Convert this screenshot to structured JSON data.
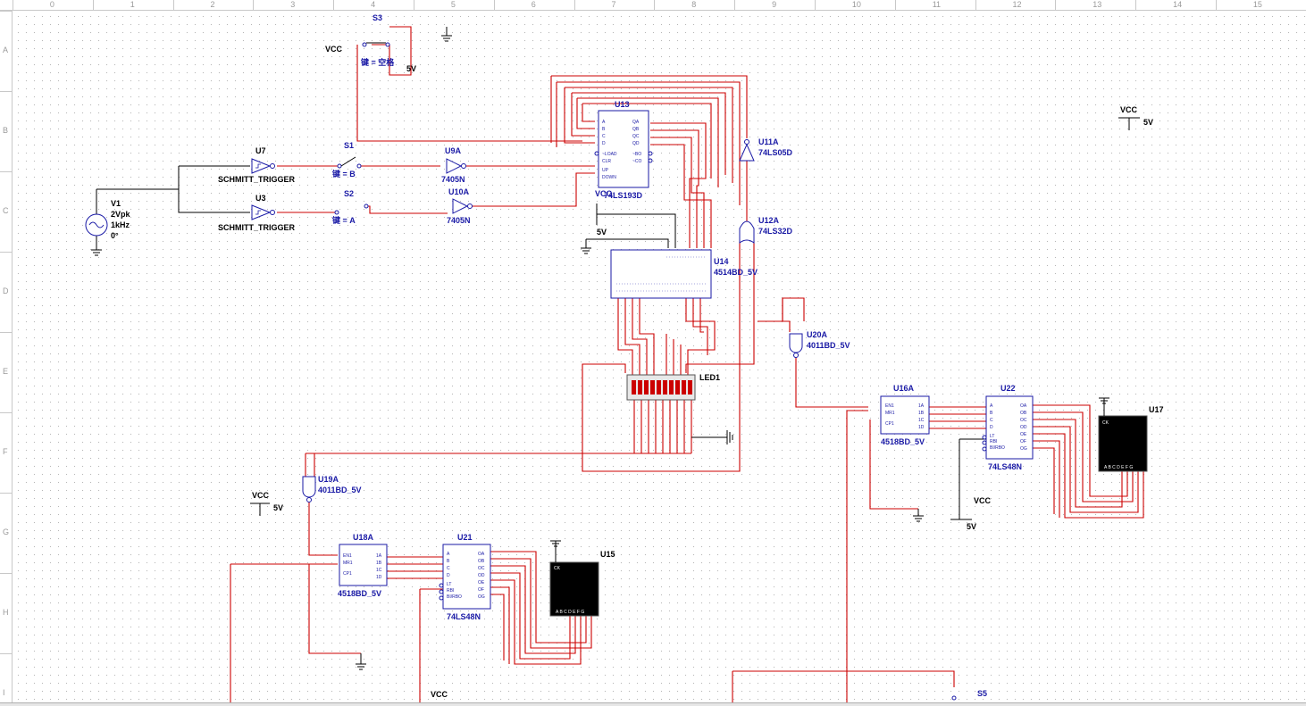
{
  "ruler": {
    "columns": [
      "0",
      "1",
      "2",
      "3",
      "4",
      "5",
      "6",
      "7",
      "8",
      "9",
      "10",
      "11",
      "12",
      "13",
      "14",
      "15"
    ],
    "rows": [
      "A",
      "B",
      "C",
      "D",
      "E",
      "F",
      "G",
      "H",
      "I"
    ]
  },
  "components": {
    "v1": {
      "ref": "V1",
      "amp": "2Vpk",
      "freq": "1kHz",
      "phase": "0°"
    },
    "u7": {
      "ref": "U7",
      "type": "SCHMITT_TRIGGER"
    },
    "u3": {
      "ref": "U3",
      "type": "SCHMITT_TRIGGER"
    },
    "s1": {
      "ref": "S1",
      "key": "键 = B"
    },
    "s2": {
      "ref": "S2",
      "key": "键 = A"
    },
    "s3": {
      "ref": "S3",
      "key": "键 = 空格"
    },
    "s5": {
      "ref": "S5"
    },
    "u9a": {
      "ref": "U9A",
      "type": "7405N"
    },
    "u10a": {
      "ref": "U10A",
      "type": "7405N"
    },
    "u13": {
      "ref": "U13",
      "type": "74LS193D",
      "pins_left": [
        "A",
        "B",
        "C",
        "D",
        "~LOAD",
        "CLR",
        "UP",
        "DOWN"
      ],
      "pins_right": [
        "QA",
        "QB",
        "QC",
        "QD",
        "~BO",
        "~CO"
      ]
    },
    "u14": {
      "ref": "U14",
      "type": "4514BD_5V"
    },
    "u11a": {
      "ref": "U11A",
      "type": "74LS05D"
    },
    "u12a": {
      "ref": "U12A",
      "type": "74LS32D"
    },
    "u20a": {
      "ref": "U20A",
      "type": "4011BD_5V"
    },
    "u19a": {
      "ref": "U19A",
      "type": "4011BD_5V"
    },
    "u16a": {
      "ref": "U16A",
      "type": "4518BD_5V",
      "pins_left": [
        "EN1",
        "MR1",
        "CP1"
      ],
      "pins_right": [
        "1A",
        "1B",
        "1C",
        "1D"
      ]
    },
    "u18a": {
      "ref": "U18A",
      "type": "4518BD_5V",
      "pins_left": [
        "EN1",
        "MR1",
        "CP1"
      ],
      "pins_right": [
        "1A",
        "1B",
        "1C",
        "1D"
      ]
    },
    "u22": {
      "ref": "U22",
      "type": "74LS48N",
      "pins_left": [
        "A",
        "B",
        "C",
        "D",
        "LT",
        "RBI",
        "BI/RBO"
      ],
      "pins_right": [
        "OA",
        "OB",
        "OC",
        "OD",
        "OE",
        "OF",
        "OG"
      ]
    },
    "u21": {
      "ref": "U21",
      "type": "74LS48N",
      "pins_left": [
        "A",
        "B",
        "C",
        "D",
        "LT",
        "RBI",
        "BI/RBO"
      ],
      "pins_right": [
        "OA",
        "OB",
        "OC",
        "OD",
        "OE",
        "OF",
        "OG"
      ]
    },
    "u17": {
      "ref": "U17",
      "pins": "A B C D E F G",
      "ck": "CK"
    },
    "u15": {
      "ref": "U15",
      "pins": "A B C D E F G",
      "ck": "CK"
    },
    "led1": {
      "ref": "LED1"
    }
  },
  "power": {
    "vcc_label": "VCC",
    "v5_label": "5V",
    "vcc_a_label": "VCC"
  },
  "colors": {
    "wire": "#cc0000",
    "component": "#1a1aa6",
    "grid_dot": "#b8b8b8",
    "display": "#000000"
  }
}
